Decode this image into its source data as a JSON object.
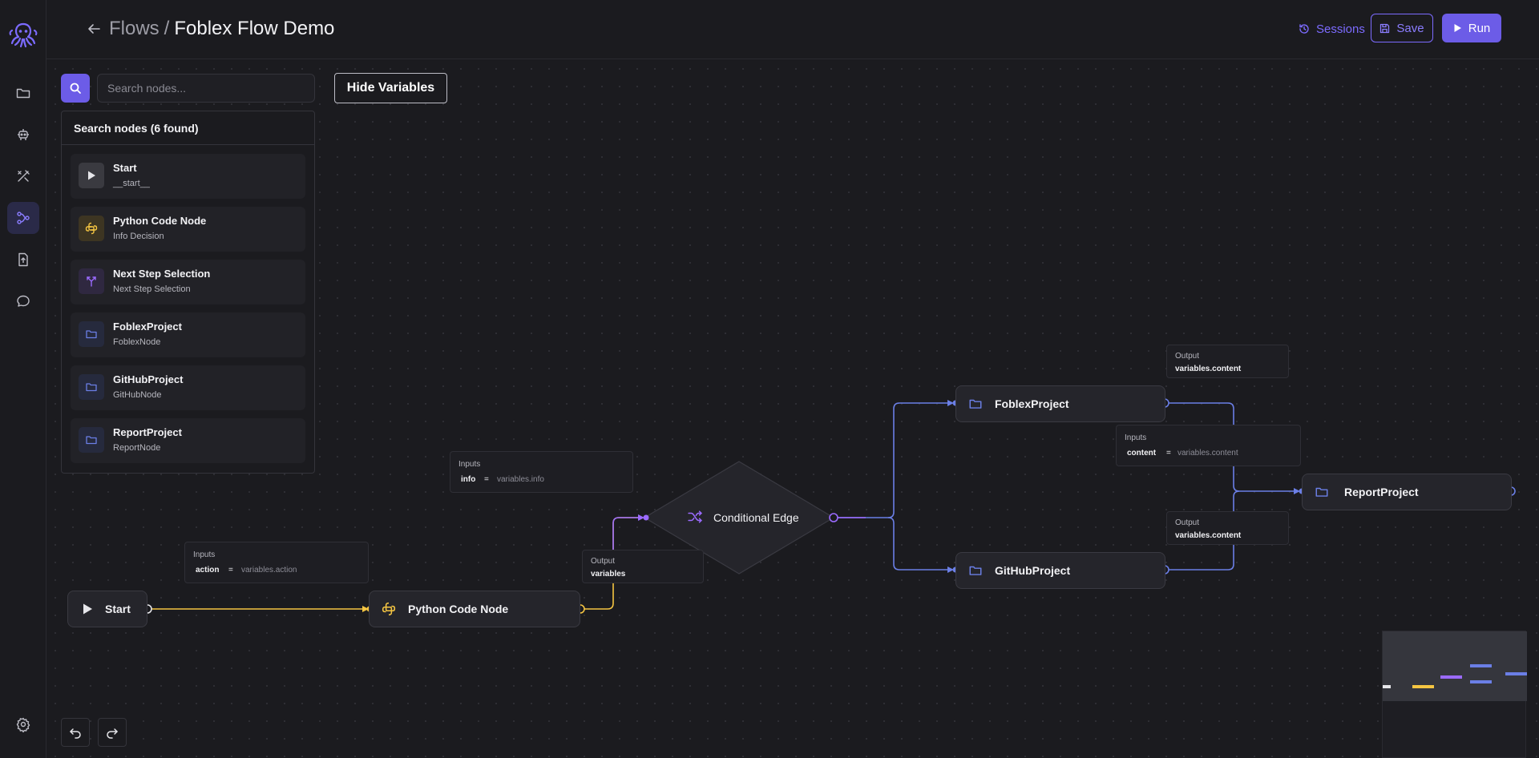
{
  "header": {
    "breadcrumb_root": "Flows",
    "breadcrumb_separator": "/",
    "breadcrumb_current": "Foblex Flow Demo",
    "sessions_label": "Sessions",
    "save_label": "Save",
    "run_label": "Run"
  },
  "sidebar": {
    "items": [
      {
        "icon": "folder-icon"
      },
      {
        "icon": "robot-icon"
      },
      {
        "icon": "tools-icon"
      },
      {
        "icon": "flows-icon",
        "active": true
      },
      {
        "icon": "upload-icon"
      },
      {
        "icon": "chat-icon"
      }
    ],
    "settings_icon": "gear-icon"
  },
  "toolbar": {
    "search_placeholder": "Search nodes...",
    "hide_variables_label": "Hide Variables"
  },
  "search_panel": {
    "header": "Search nodes (6 found)",
    "results": [
      {
        "title": "Start",
        "subtitle": "__start__",
        "icon": "play-icon"
      },
      {
        "title": "Python Code Node",
        "subtitle": "Info Decision",
        "icon": "python-icon"
      },
      {
        "title": "Next Step Selection",
        "subtitle": "Next Step Selection",
        "icon": "branch-icon"
      },
      {
        "title": "FoblexProject",
        "subtitle": "FoblexNode",
        "icon": "folder-icon"
      },
      {
        "title": "GitHubProject",
        "subtitle": "GitHubNode",
        "icon": "folder-icon"
      },
      {
        "title": "ReportProject",
        "subtitle": "ReportNode",
        "icon": "folder-icon"
      }
    ]
  },
  "nodes": {
    "start": "Start",
    "python": "Python Code Node",
    "conditional": "Conditional Edge",
    "foblex": "FoblexProject",
    "github": "GitHubProject",
    "report": "ReportProject"
  },
  "variables": {
    "python_inputs": {
      "header": "Inputs",
      "key": "action",
      "eq": "=",
      "value": "variables.action"
    },
    "python_output": {
      "header": "Output",
      "value": "variables"
    },
    "conditional_inputs": {
      "header": "Inputs",
      "key": "info",
      "eq": "=",
      "value": "variables.info"
    },
    "foblex_output": {
      "header": "Output",
      "value": "variables.content"
    },
    "report_inputs": {
      "header": "Inputs",
      "key": "content",
      "eq": "=",
      "value": "variables.content"
    },
    "github_output": {
      "header": "Output",
      "value": "variables.content"
    }
  },
  "colors": {
    "accent": "#6c5ce7",
    "python_edge": "#f5c542",
    "conditional_edge": "#9b6bff",
    "project_edge": "#6b7fe6"
  }
}
